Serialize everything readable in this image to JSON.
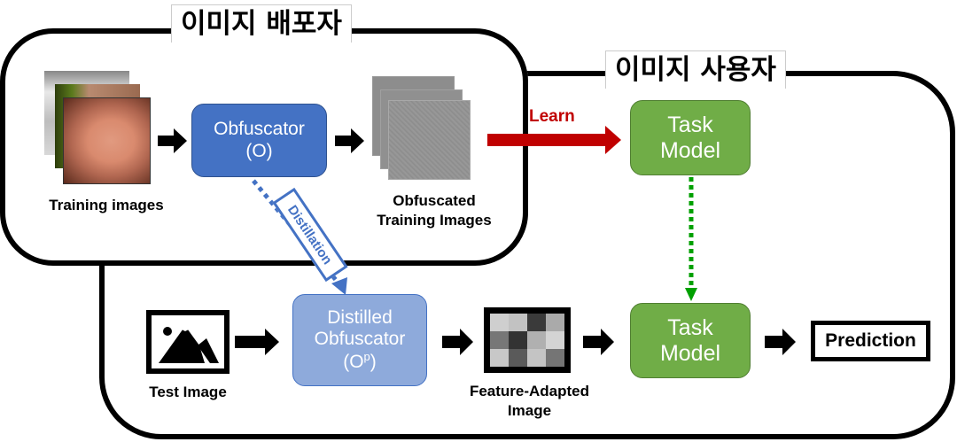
{
  "groups": {
    "provider": {
      "title": "이미지 배포자"
    },
    "user": {
      "title": "이미지 사용자"
    }
  },
  "nodes": {
    "obfuscator": {
      "line1": "Obfuscator",
      "line2": "(O)",
      "color": "#4472C4"
    },
    "task_model_top": {
      "line1": "Task",
      "line2": "Model",
      "color": "#70AD47"
    },
    "distilled_obfuscator": {
      "line1": "Distilled",
      "line2": "Obfuscator",
      "line3_base": "(O",
      "line3_sup": "p",
      "line3_end": ")",
      "color": "#8EAADB"
    },
    "task_model_bottom": {
      "line1": "Task",
      "line2": "Model",
      "color": "#70AD47"
    },
    "prediction": {
      "label": "Prediction"
    }
  },
  "captions": {
    "training_images": "Training images",
    "obfuscated_line1": "Obfuscated",
    "obfuscated_line2": "Training Images",
    "test_image": "Test Image",
    "feature_adapted_line1": "Feature-Adapted",
    "feature_adapted_line2": "Image"
  },
  "edges": {
    "learn": {
      "label": "Learn",
      "color": "#C00000"
    },
    "distillation": {
      "label": "Distillation",
      "color": "#4472C4"
    },
    "task_transfer": {
      "color": "#00A000"
    }
  },
  "feature_grid": {
    "rows": [
      [
        "#cfcfcf",
        "#c2c2c2",
        "#3a3a3a",
        "#aaaaaa"
      ],
      [
        "#777777",
        "#333333",
        "#b0b0b0",
        "#d4d4d4"
      ],
      [
        "#c8c8c8",
        "#5a5a5a",
        "#c4c4c4",
        "#757575"
      ]
    ]
  }
}
